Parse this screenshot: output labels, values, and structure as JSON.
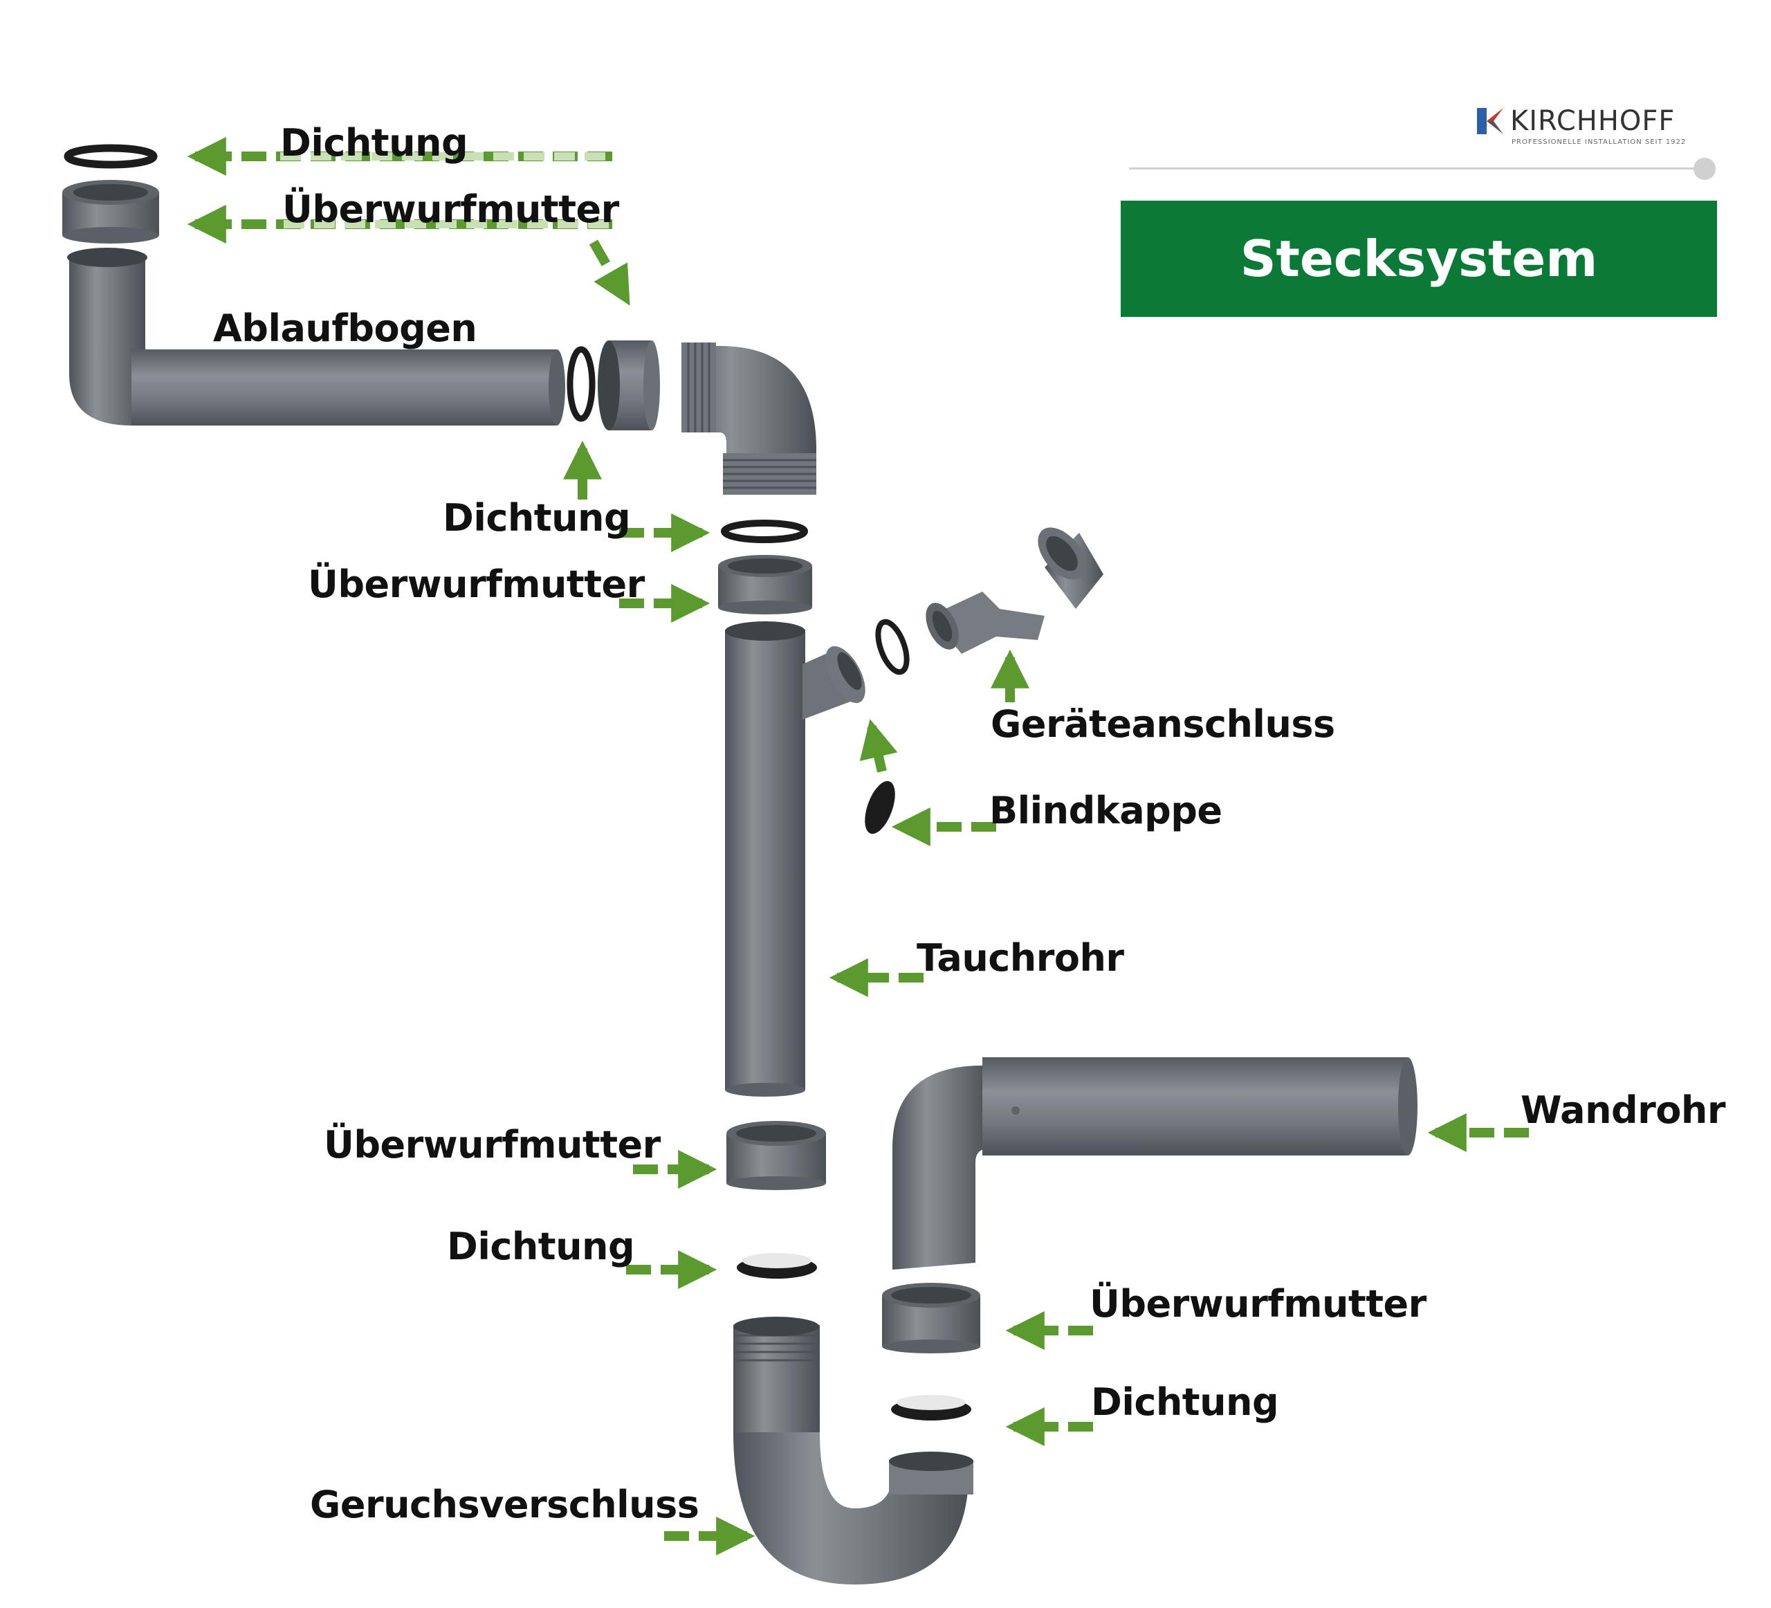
{
  "brand": {
    "name": "KIRCHHOFF",
    "tagline": "PROFESSIONELLE INSTALLATION SEIT 1922"
  },
  "banner": {
    "title": "Stecksystem"
  },
  "colors": {
    "banner_green": "#0a7a36",
    "arrow_green": "#5a9a2e",
    "pipe_grey": "#6a7075",
    "gasket_black": "#1c1c1c"
  },
  "labels": {
    "dichtung_top": "Dichtung",
    "ueberwurfmutter_top": "Überwurfmutter",
    "ablaufbogen": "Ablaufbogen",
    "dichtung_mid": "Dichtung",
    "ueberwurfmutter_mid": "Überwurfmutter",
    "geraeteanschluss": "Geräteanschluss",
    "blindkappe": "Blindkappe",
    "tauchrohr": "Tauchrohr",
    "wandrohr": "Wandrohr",
    "ueberwurfmutter_low": "Überwurfmutter",
    "dichtung_low": "Dichtung",
    "ueberwurfmutter_right": "Überwurfmutter",
    "dichtung_right": "Dichtung",
    "geruchsverschluss": "Geruchsverschluss"
  }
}
